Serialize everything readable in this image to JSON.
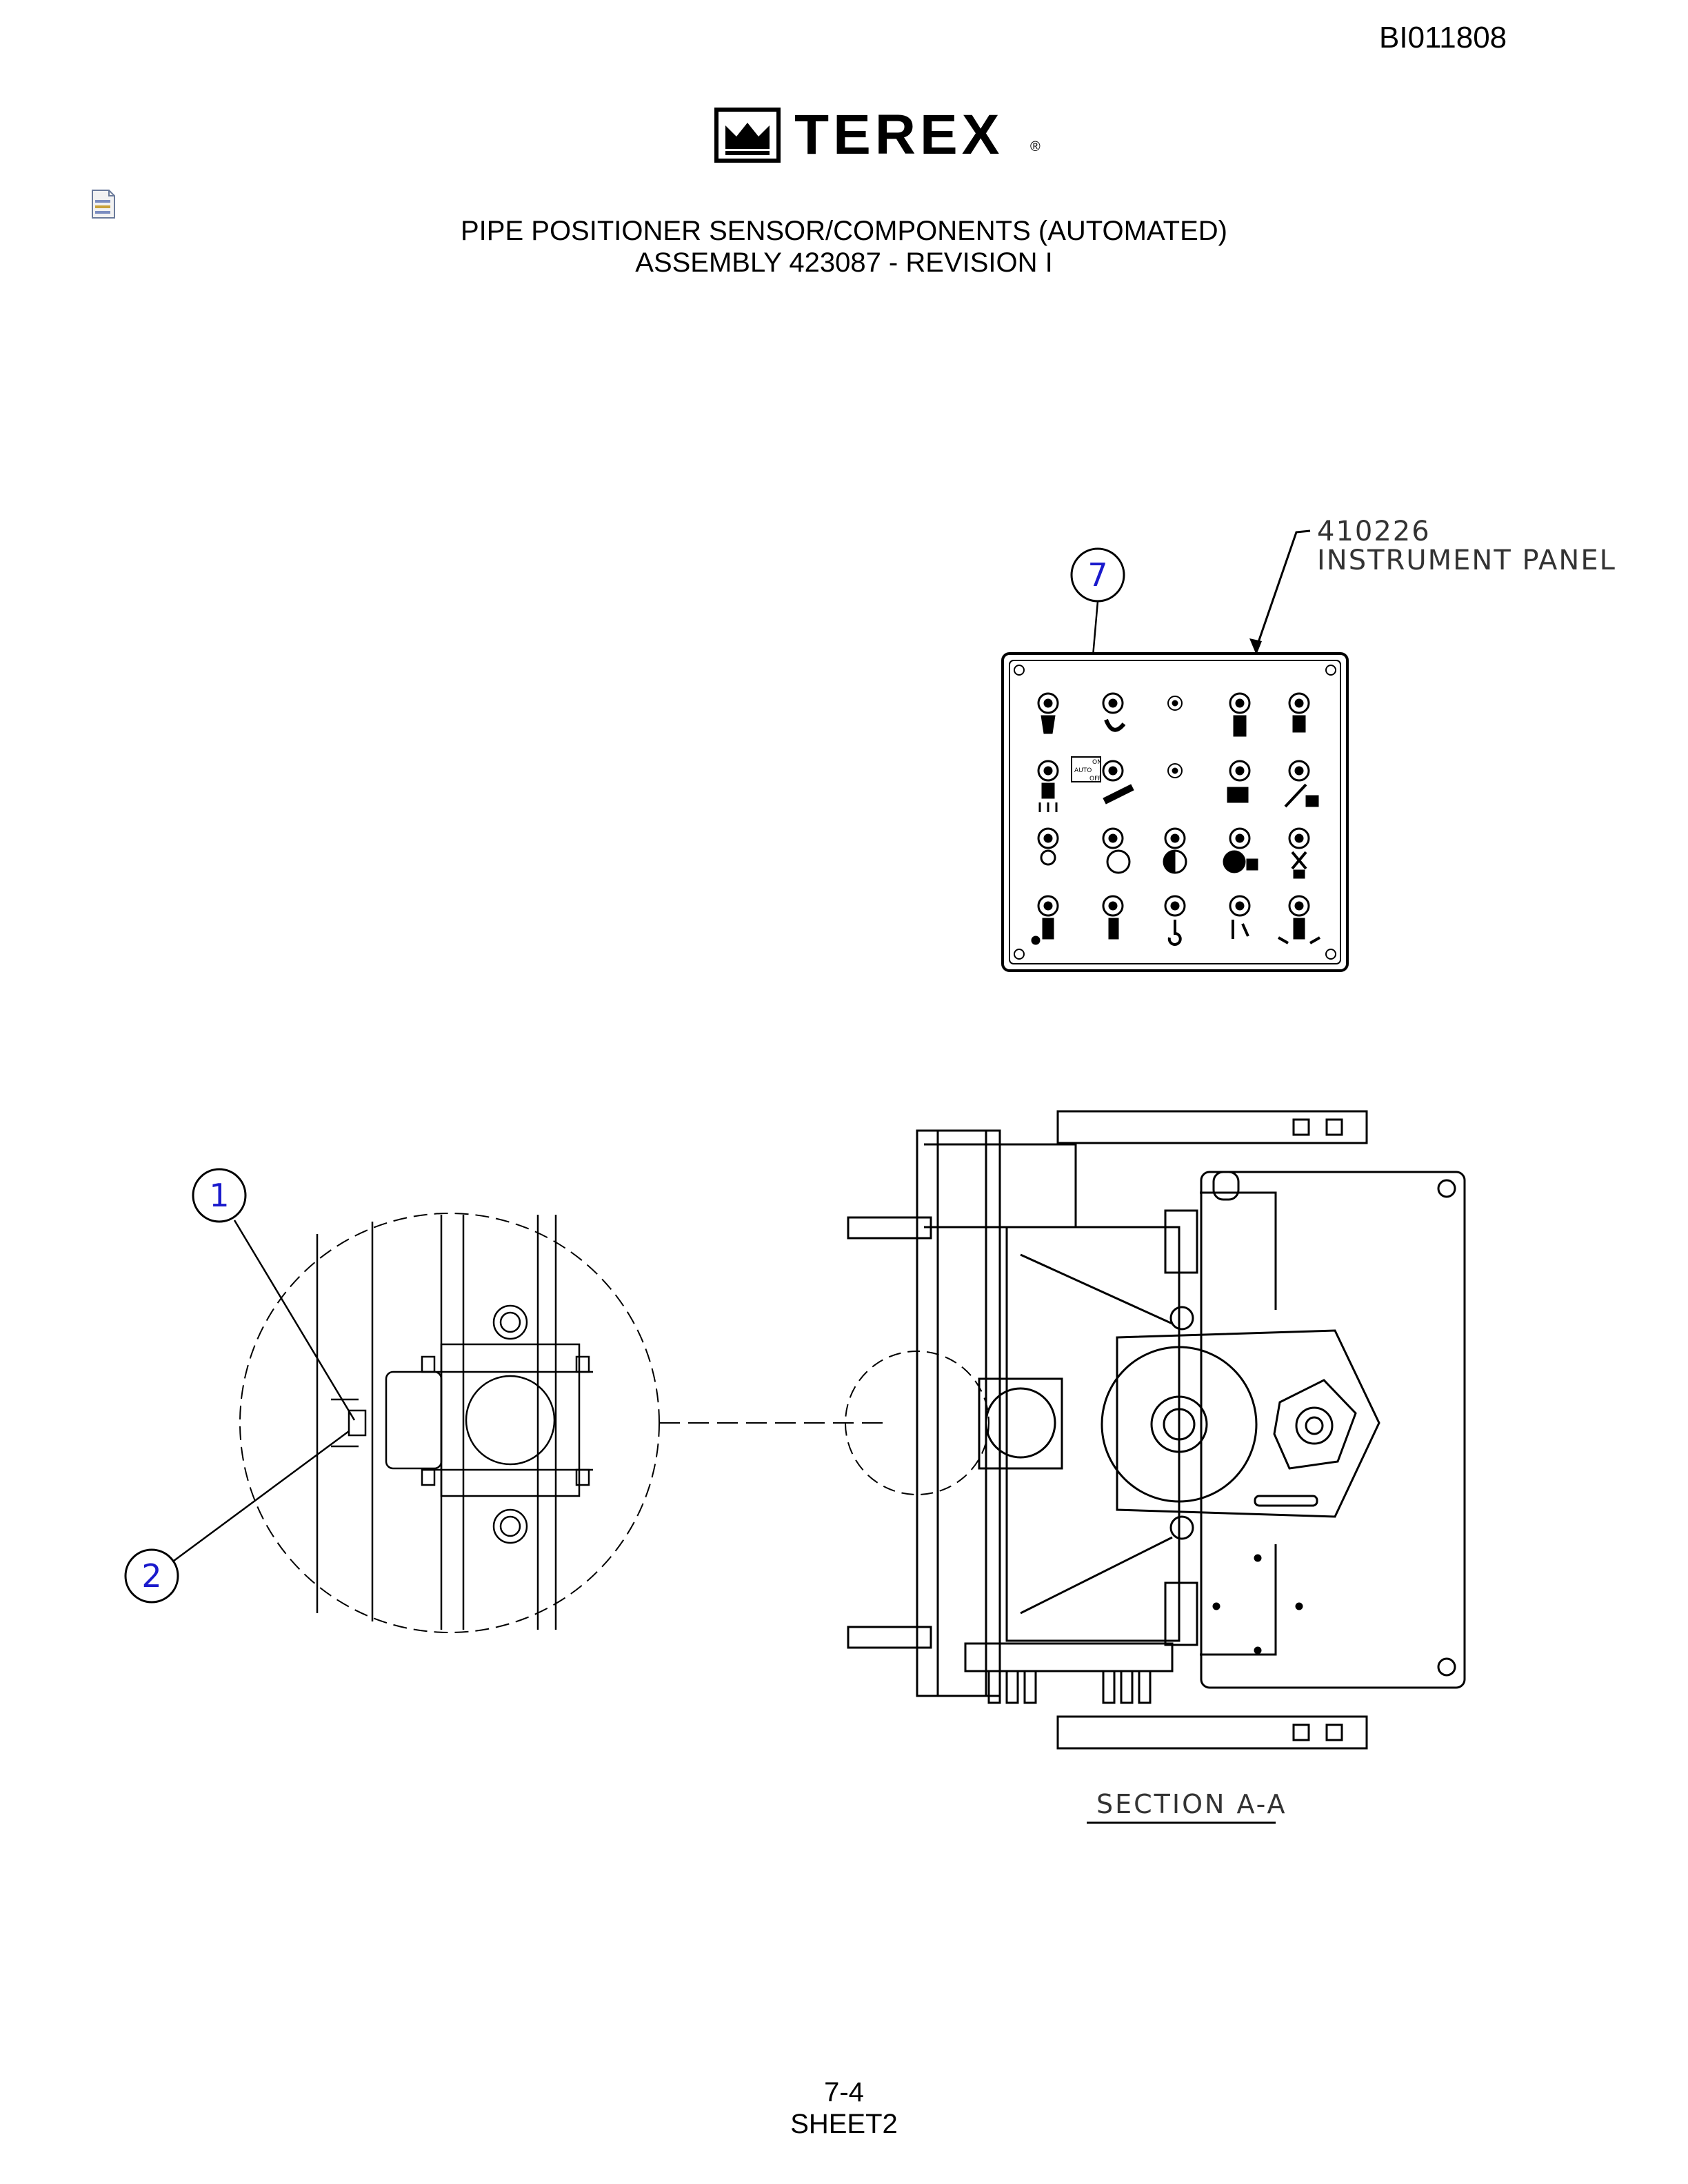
{
  "document": {
    "doc_number": "BI011808",
    "brand": "TEREX",
    "brand_mark": "®",
    "title_line1": "PIPE POSITIONER SENSOR/COMPONENTS (AUTOMATED)",
    "title_line2": "ASSEMBLY 423087 - REVISION I",
    "page_number": "7-4",
    "sheet": "SHEET2"
  },
  "drawing": {
    "panel_part_number": "410226",
    "panel_label": "INSTRUMENT  PANEL",
    "section_label": "SECTION  A-A",
    "callouts": [
      {
        "label": "7"
      },
      {
        "label": "1"
      },
      {
        "label": "2"
      }
    ],
    "switch_labels": [
      "ON",
      "AUTO",
      "OFF"
    ],
    "callout_color": "#1a1acc"
  }
}
